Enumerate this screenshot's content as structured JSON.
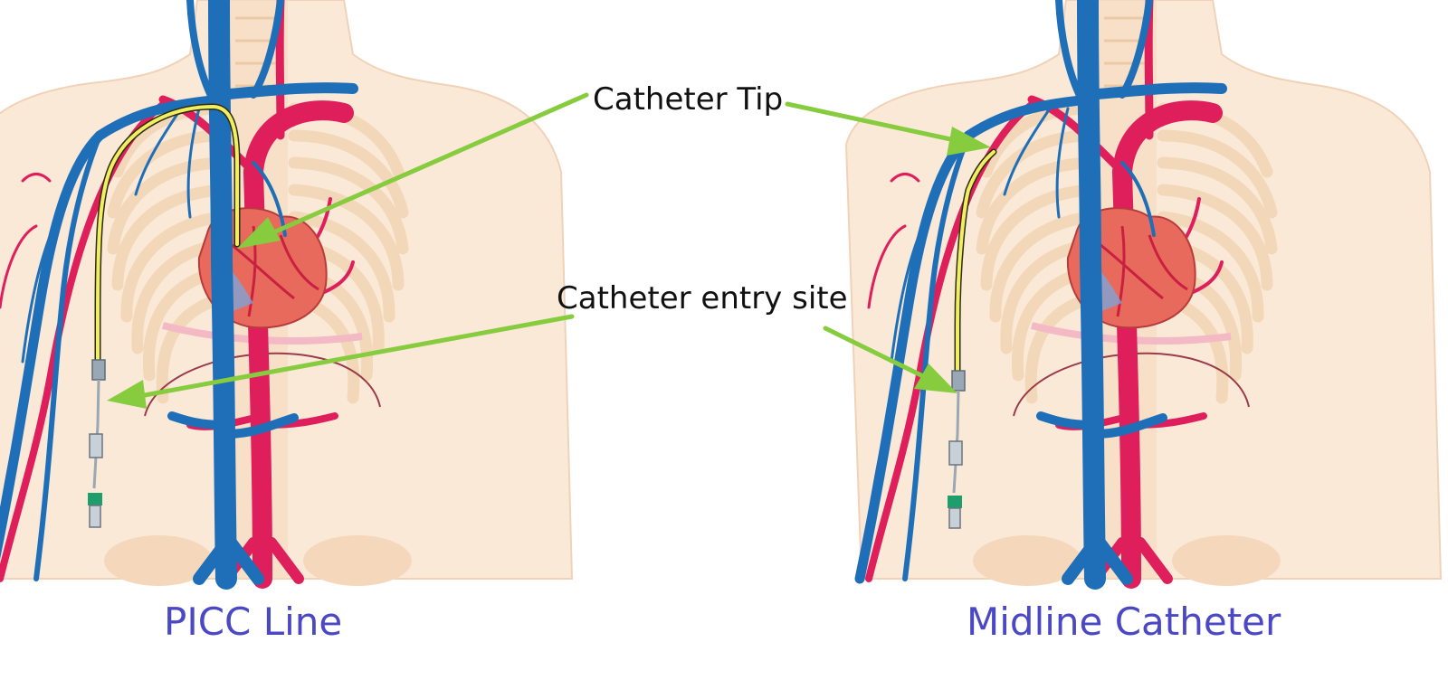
{
  "labels": {
    "catheter_tip": "Catheter Tip",
    "catheter_entry_site": "Catheter entry site"
  },
  "captions": {
    "left": "PICC Line",
    "right": "Midline Catheter"
  },
  "colors": {
    "vein": "#1e6fb8",
    "artery": "#de1f5c",
    "skin": "#fbe8d6",
    "rib": "#f2d8b8",
    "heart": "#e45f55",
    "catheter": "#f2ee62",
    "arrow": "#86cc3e",
    "caption": "#4a48c4",
    "text": "#111111"
  }
}
